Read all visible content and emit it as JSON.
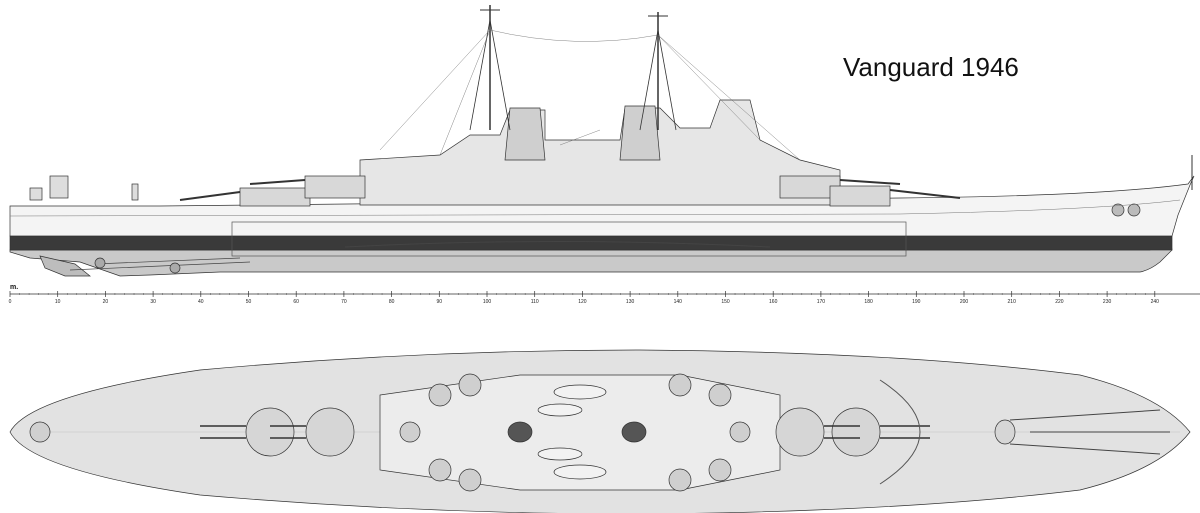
{
  "title": "Vanguard 1946",
  "scale": {
    "unit": "m.",
    "ticks": [
      "0",
      "10",
      "20",
      "30",
      "40",
      "50",
      "60",
      "70",
      "80",
      "90",
      "100",
      "110",
      "120",
      "130",
      "140",
      "150",
      "160",
      "170",
      "180",
      "190",
      "200",
      "210",
      "220",
      "230",
      "240"
    ]
  },
  "colors": {
    "hull_gray": "#c9c9c9",
    "boot_topping": "#3a3a3a",
    "superstructure": "#e6e6e6",
    "deck": "#dcdcdc",
    "line": "#333333"
  }
}
